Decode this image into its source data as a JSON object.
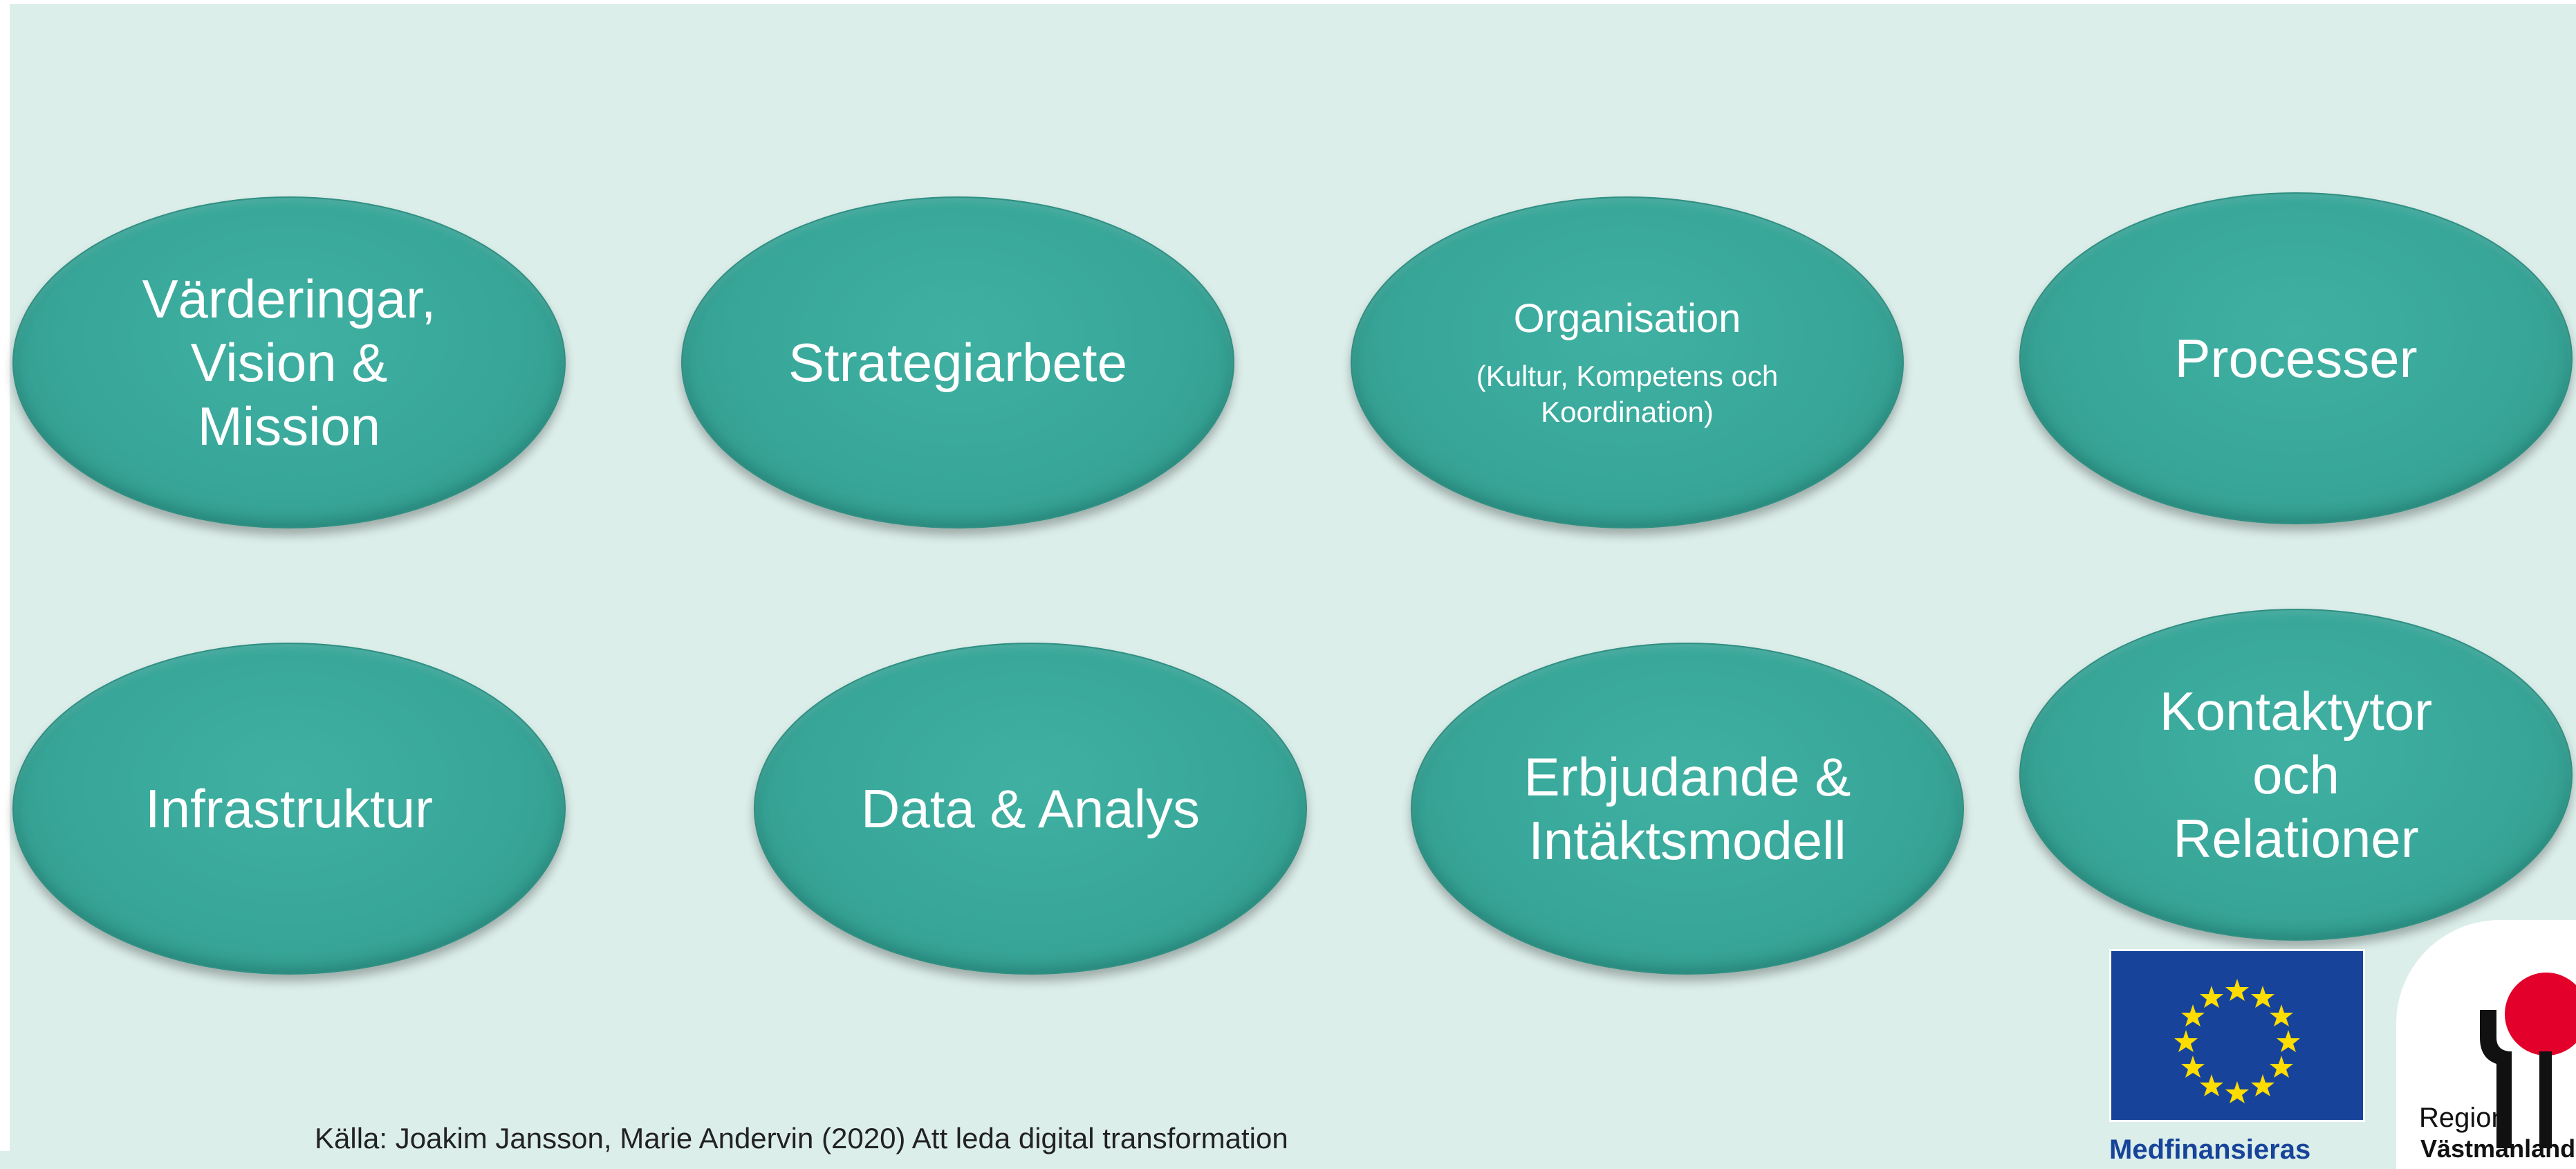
{
  "diagram": {
    "nodes": [
      {
        "label": "Värderingar,\nVision &\nMission"
      },
      {
        "label": "Strategiarbete"
      },
      {
        "label": "Organisation",
        "sublabel": "(Kultur, Kompetens och\nKoordination)"
      },
      {
        "label": "Processer"
      },
      {
        "label": "Infrastruktur"
      },
      {
        "label": "Data & Analys"
      },
      {
        "label": "Erbjudande &\nIntäktsmodell"
      },
      {
        "label": "Kontaktytor\noch\nRelationer"
      }
    ]
  },
  "source_text": "Källa: Joakim Jansson, Marie Andervin (2020) Att leda digital transformation",
  "logos": {
    "eu_text": "Medfinansieras",
    "region_text_1": "Region",
    "region_text_2": "Västmanland"
  },
  "colors": {
    "background": "#dceeea",
    "ellipse_fill": "#38a79a",
    "eu_blue": "#17449a",
    "region_red": "#e3002b"
  }
}
